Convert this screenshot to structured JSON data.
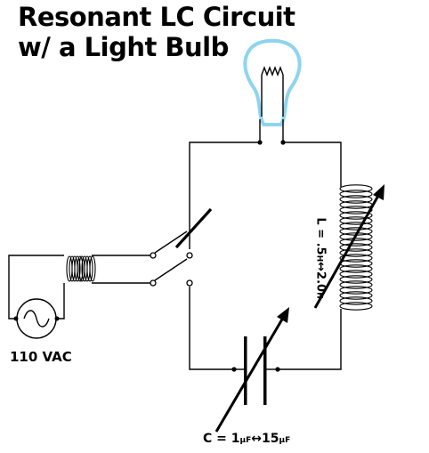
{
  "title": {
    "line1": "Resonant LC Circuit",
    "line2": "w/ a Light Bulb"
  },
  "source_label": "110 VAC",
  "capacitor_label": {
    "prefix": "C = 1",
    "unit1": "μF",
    "arrow": "↔",
    "mid": "15",
    "unit2": "μF"
  },
  "inductor_label": {
    "prefix": "L = .5",
    "unit1": "H",
    "arrow": "↔",
    "mid": "2.0",
    "unit2": "H"
  },
  "colors": {
    "bulb_outline": "#8ed4ee",
    "wire": "#000000"
  }
}
